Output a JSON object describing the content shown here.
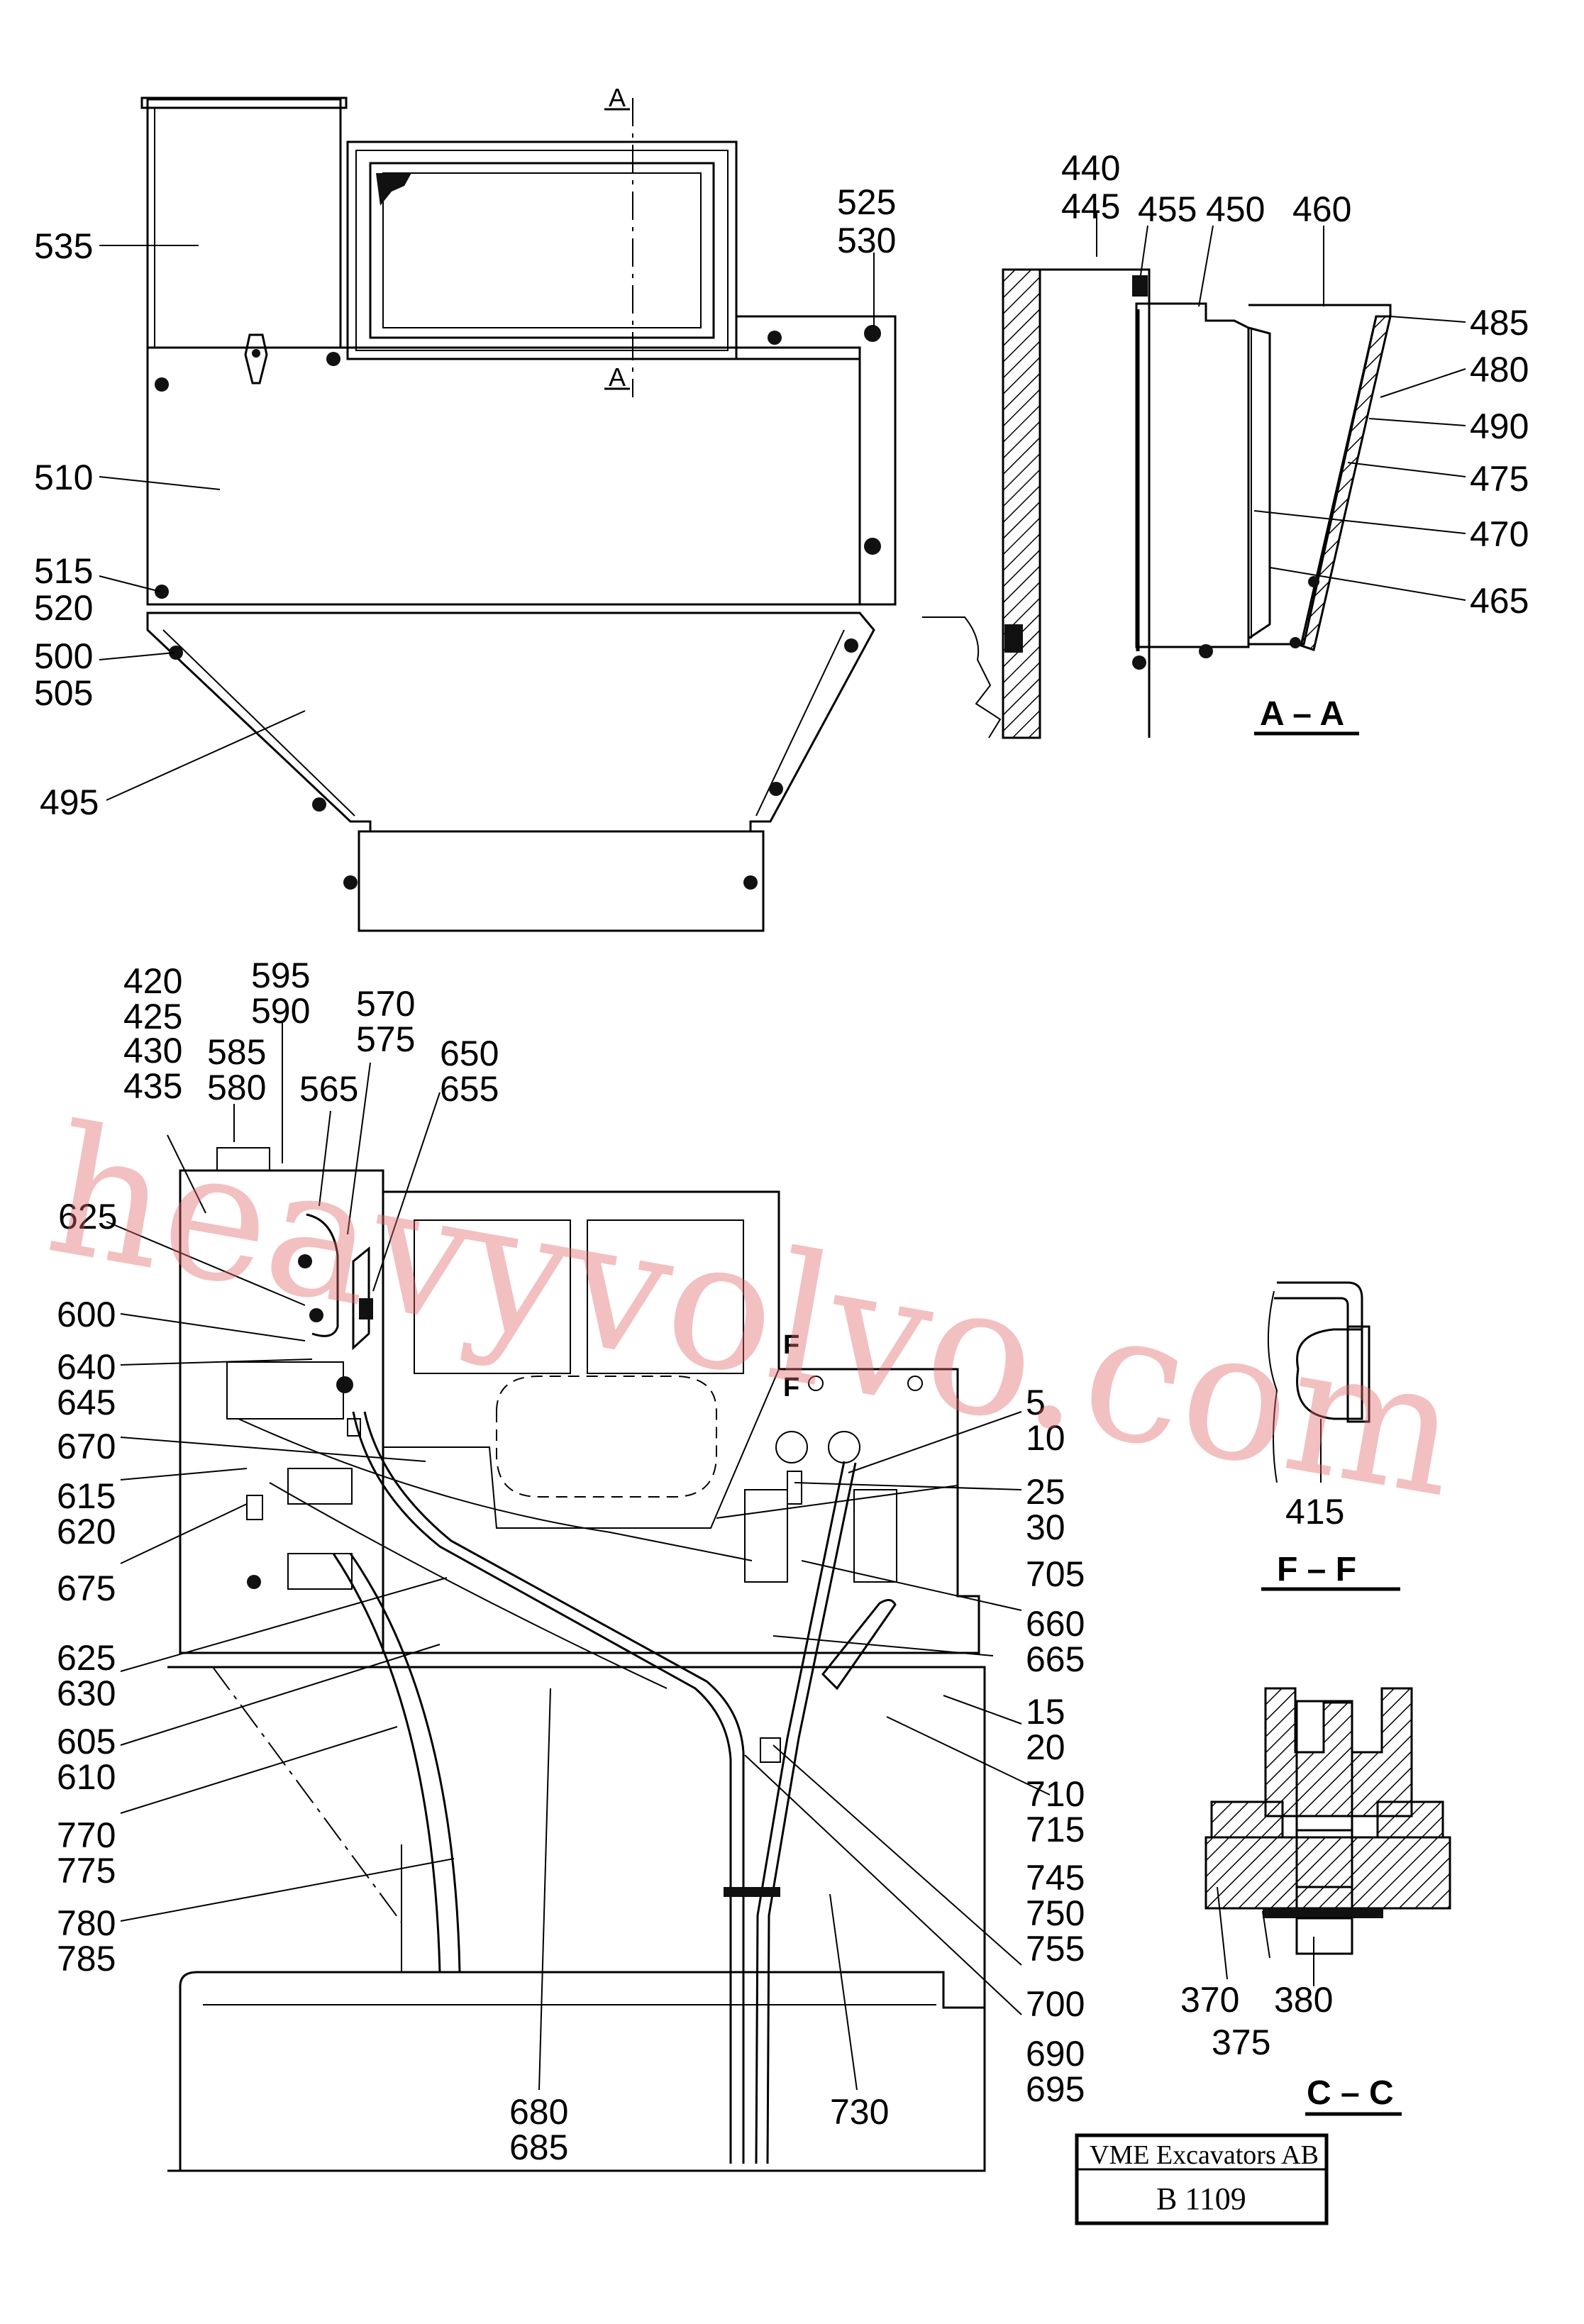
{
  "watermark": "heavyvolvo.com",
  "title_block": {
    "company": "VME Excavators AB",
    "drawing_number": "B 1109"
  },
  "section_titles": {
    "a_a": "A – A",
    "f_f": "F – F",
    "c_c": "C – C"
  },
  "cut_markers": {
    "a": "A",
    "f": "F"
  },
  "callouts": {
    "c535": "535",
    "c510": "510",
    "c515": "515",
    "c520": "520",
    "c500": "500",
    "c505": "505",
    "c495": "495",
    "c525": "525",
    "c530": "530",
    "c440": "440",
    "c445": "445",
    "c455": "455",
    "c450": "450",
    "c460": "460",
    "c485": "485",
    "c480": "480",
    "c490": "490",
    "c475": "475",
    "c470": "470",
    "c465": "465",
    "c420": "420",
    "c425": "425",
    "c430": "430",
    "c435": "435",
    "c595": "595",
    "c590": "590",
    "c585": "585",
    "c580": "580",
    "c565": "565",
    "c570": "570",
    "c575": "575",
    "c650": "650",
    "c655": "655",
    "c625a": "625",
    "c600": "600",
    "c640": "640",
    "c645": "645",
    "c670": "670",
    "c615": "615",
    "c620": "620",
    "c675": "675",
    "c625b": "625",
    "c630": "630",
    "c605": "605",
    "c610": "610",
    "c770": "770",
    "c775": "775",
    "c780": "780",
    "c785": "785",
    "c680": "680",
    "c685": "685",
    "c5": "5",
    "c10": "10",
    "c25": "25",
    "c30": "30",
    "c705": "705",
    "c660": "660",
    "c665": "665",
    "c15": "15",
    "c20": "20",
    "c710": "710",
    "c715": "715",
    "c745": "745",
    "c750": "750",
    "c755": "755",
    "c700": "700",
    "c690": "690",
    "c695": "695",
    "c730": "730",
    "c415": "415",
    "c370": "370",
    "c375": "375",
    "c380": "380"
  }
}
